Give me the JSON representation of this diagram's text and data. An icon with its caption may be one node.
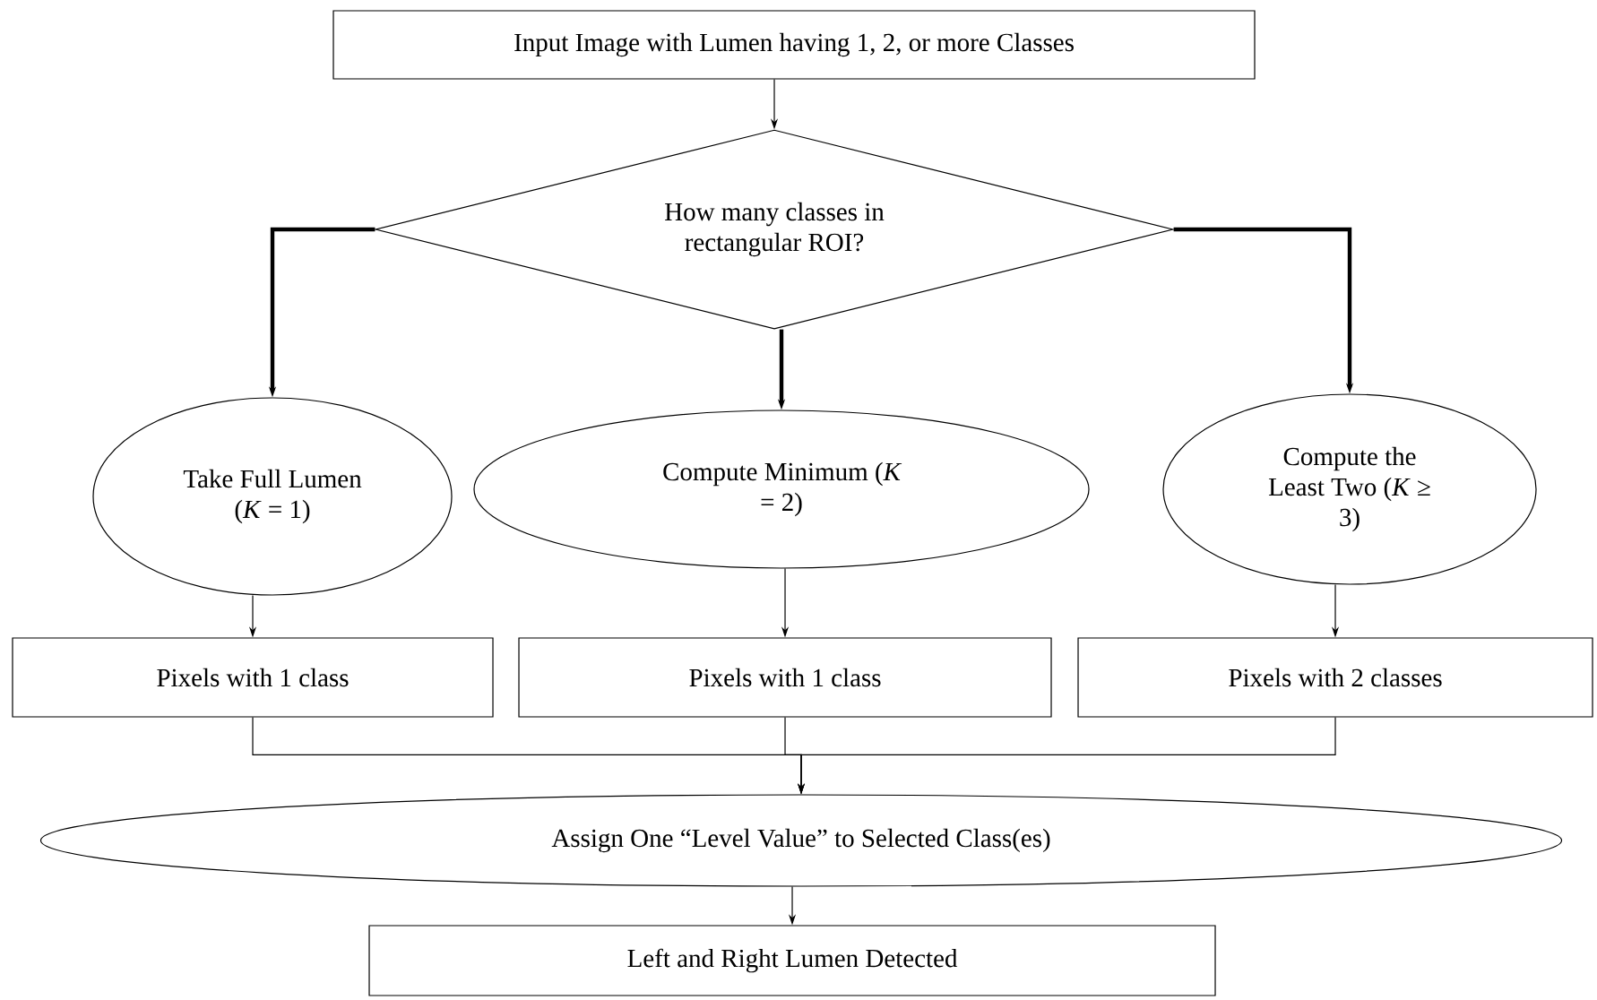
{
  "diagram": {
    "nodes": [
      {
        "text": [
          "Input Image with Lumen having 1, 2, or more Classes"
        ]
      },
      {
        "text": [
          "How many classes in rectangular ROI?"
        ]
      },
      {
        "text": [
          "Take Full Lumen (*K* = 1)"
        ]
      },
      {
        "text": [
          "Compute Minimum (*K* = 2)"
        ]
      },
      {
        "text": [
          "Compute the Least Two (*K* ≥ 3)"
        ]
      },
      {
        "text": [
          "Pixels with 1 class"
        ]
      },
      {
        "text": [
          "Pixels with 1 class"
        ]
      },
      {
        "text": [
          "Pixels with 2 classes"
        ]
      },
      {
        "text": [
          "Assign One “Level Value” to Selected Class(es)"
        ]
      },
      {
        "text": [
          "Left and Right Lumen Detected"
        ]
      }
    ],
    "edges": [
      {
        "from": 0,
        "to": 1,
        "arrow": "to"
      },
      {
        "from": 1,
        "to": 2,
        "arrow": "to",
        "style": "thick"
      },
      {
        "from": 1,
        "to": 3,
        "arrow": "to",
        "style": "thick"
      },
      {
        "from": 1,
        "to": 4,
        "arrow": "to",
        "style": "thick"
      },
      {
        "from": 2,
        "to": 5,
        "arrow": "to"
      },
      {
        "from": 3,
        "to": 6,
        "arrow": "to"
      },
      {
        "from": 4,
        "to": 7,
        "arrow": "to"
      },
      {
        "from": 5,
        "to": 8,
        "arrow": "to"
      },
      {
        "from": 6,
        "to": 8,
        "arrow": "to"
      },
      {
        "from": 7,
        "to": 8,
        "arrow": "to"
      },
      {
        "from": 8,
        "to": 9,
        "arrow": "to"
      }
    ]
  }
}
